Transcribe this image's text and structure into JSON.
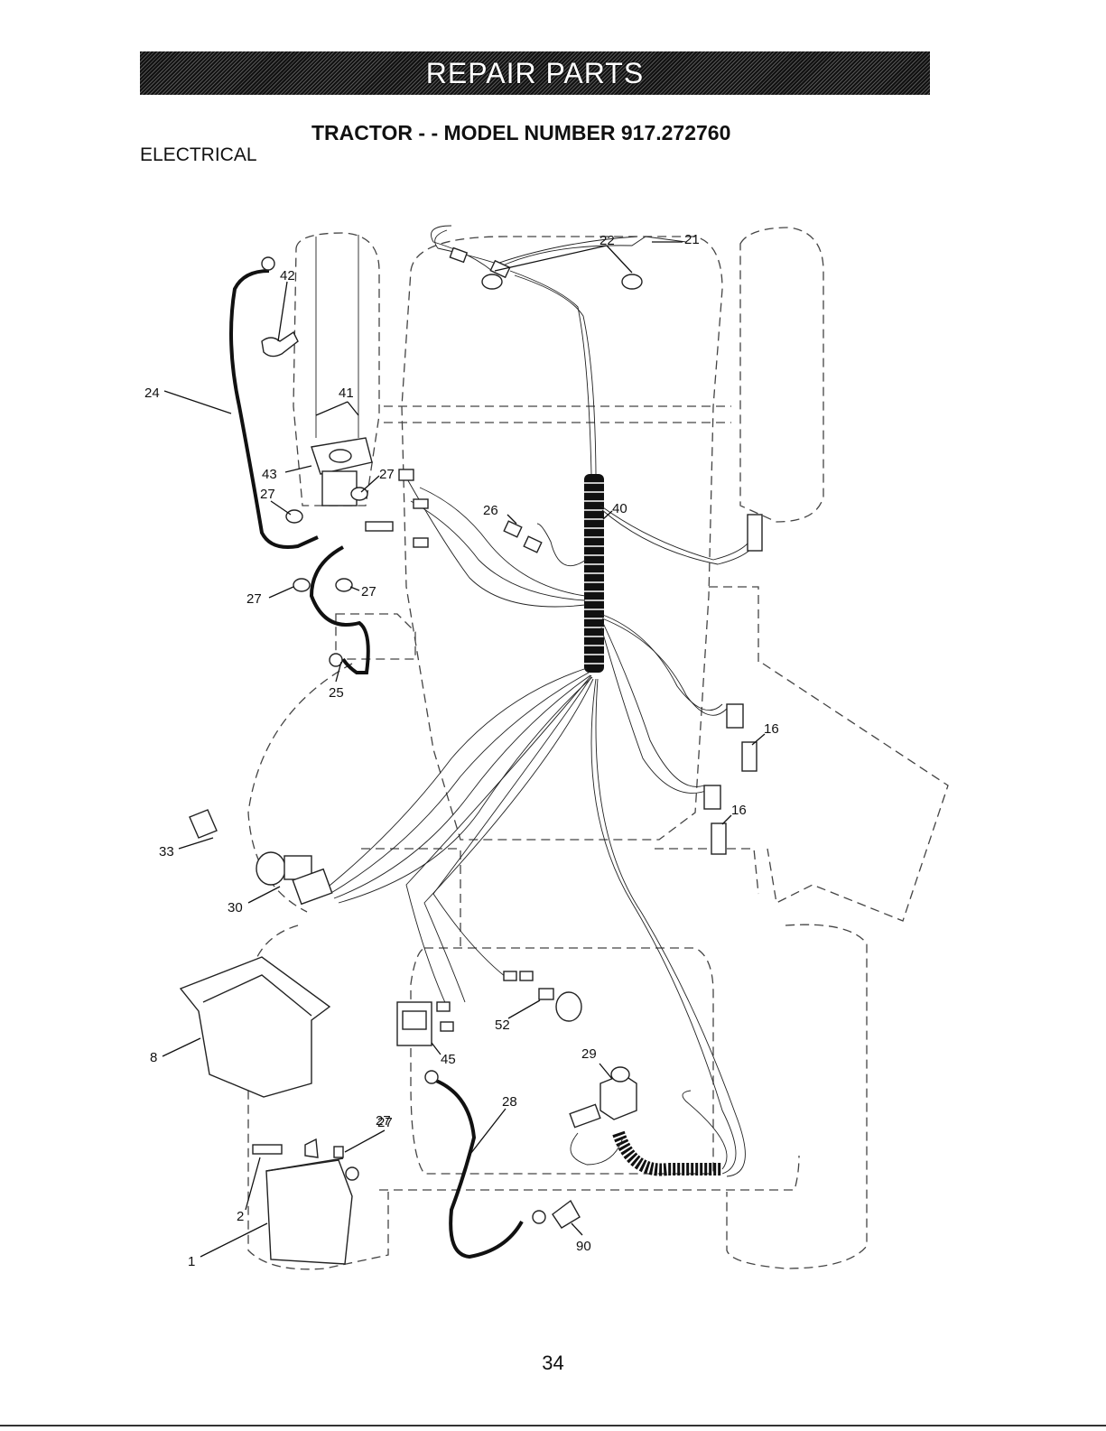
{
  "header": {
    "banner": "REPAIR PARTS",
    "subtitle": "TRACTOR - - MODEL NUMBER  917.272760",
    "section": "ELECTRICAL"
  },
  "callouts": [
    "22",
    "21",
    "24",
    "42",
    "41",
    "43",
    "27",
    "27",
    "27",
    "27",
    "27",
    "26",
    "40",
    "16",
    "16",
    "25",
    "33",
    "30",
    "8",
    "52",
    "45",
    "29",
    "28",
    "27",
    "2",
    "1",
    "90"
  ],
  "footer": {
    "page_number": "34"
  }
}
